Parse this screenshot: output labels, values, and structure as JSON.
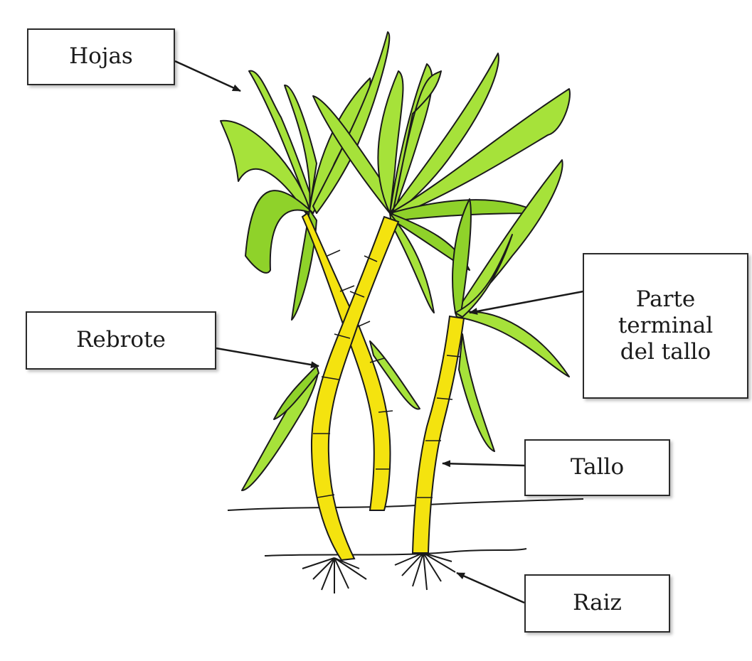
{
  "labels": {
    "hojas": "Hojas",
    "rebrote": "Rebrote",
    "parte_terminal": "Parte\nterminal\ndel tallo",
    "tallo": "Tallo",
    "raiz": "Raiz"
  },
  "colors": {
    "leaf": "#a6e23a",
    "leaf_dark": "#7fbf1e",
    "stalk": "#f4e30f",
    "outline": "#1a1a1a"
  }
}
